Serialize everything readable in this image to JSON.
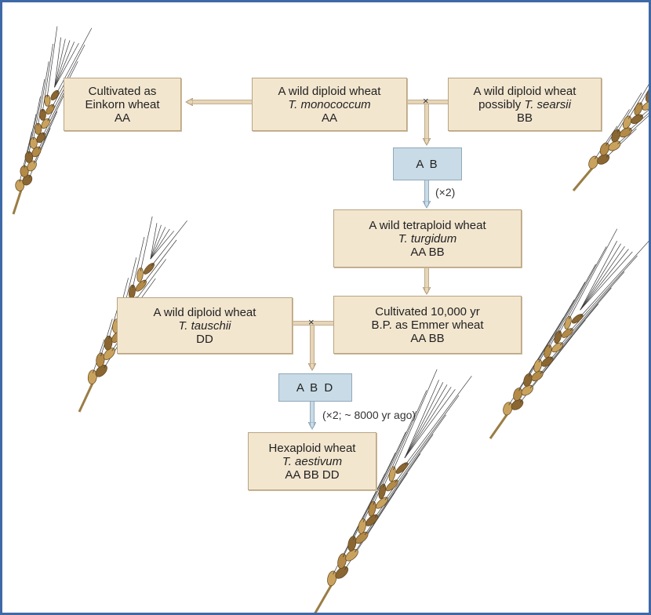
{
  "colors": {
    "frame_border": "#3f68a6",
    "species_box": "#f3e6cf",
    "hybrid_box": "#c8dbe6",
    "arrow": "#e7d5b8"
  },
  "boxes": {
    "einkorn": {
      "line1": "Cultivated as",
      "line2": "Einkorn wheat",
      "genome": "AA"
    },
    "monococcum": {
      "line1": "A wild diploid wheat",
      "species": "T. monococcum",
      "genome": "AA"
    },
    "searsii": {
      "line1": "A wild diploid wheat",
      "prefix": "possibly ",
      "species": "T. searsii",
      "genome": "BB"
    },
    "hybrid_ab": {
      "genome": "A B"
    },
    "turgidum": {
      "line1": "A wild tetraploid wheat",
      "species": "T. turgidum",
      "genome": "AA BB"
    },
    "tauschii": {
      "line1": "A wild diploid wheat",
      "species": "T. tauschii",
      "genome": "DD"
    },
    "emmer": {
      "line1": "Cultivated 10,000 yr",
      "line2": "B.P. as Emmer wheat",
      "genome": "AA BB"
    },
    "hybrid_abd": {
      "genome": "A B D"
    },
    "aestivum": {
      "line1": "Hexaploid wheat",
      "species": "T. aestivum",
      "genome": "AA BB DD"
    }
  },
  "annotations": {
    "doubling_1": "(×2)",
    "doubling_2": "(×2; ~ 8000 yr ago)",
    "cross_symbol": "×"
  },
  "illustrations": [
    "wheat-ear-icon",
    "wheat-ear-icon",
    "wheat-ear-icon",
    "wheat-ear-icon",
    "wheat-ear-icon"
  ]
}
